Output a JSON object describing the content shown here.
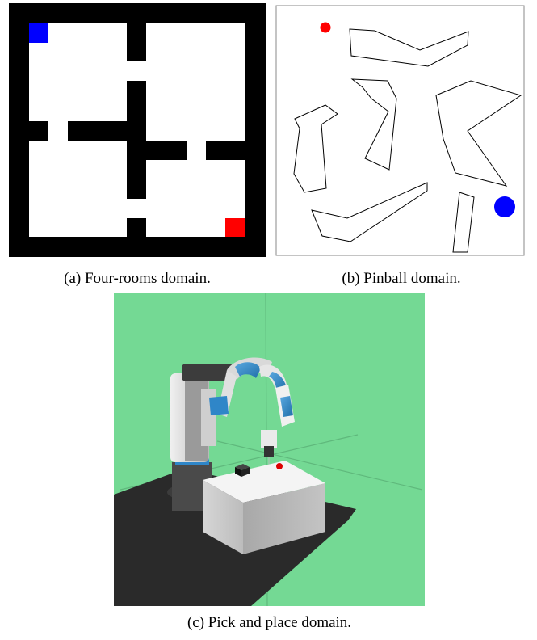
{
  "panels": [
    {
      "id": "four-rooms",
      "caption": "(a) Four-rooms domain.",
      "colors": {
        "wall": "#000000",
        "floor": "#ffffff",
        "start": "#0000ff",
        "goal": "#ff0000"
      }
    },
    {
      "id": "pinball",
      "caption": "(b) Pinball domain.",
      "colors": {
        "obstacle_stroke": "#000000",
        "ball": "#ff0000",
        "target": "#0000ff",
        "border": "#888888"
      }
    },
    {
      "id": "pick-and-place",
      "caption": "(c) Pick and place domain.",
      "colors": {
        "background": "#74d994",
        "floor": "#2b2b2b",
        "table": "#ececec",
        "arm_accent": "#2f86c8",
        "arm_body": "#d9d9d9",
        "block": "#111111",
        "target": "#dd0000"
      }
    }
  ]
}
